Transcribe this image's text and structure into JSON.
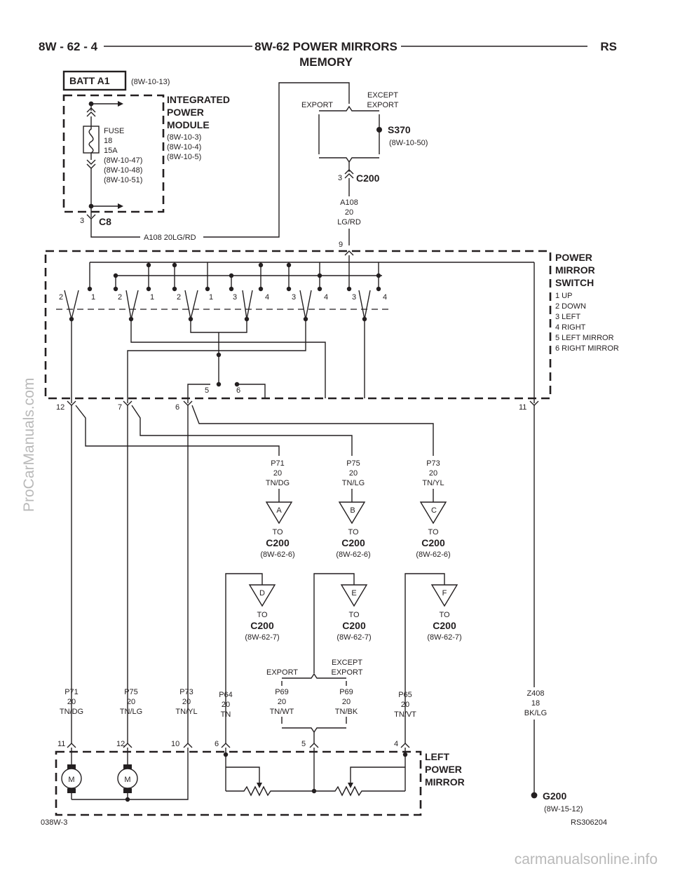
{
  "header": {
    "left": "8W - 62 - 4",
    "title_line1": "8W-62 POWER MIRRORS",
    "title_line2": "MEMORY",
    "right": "RS"
  },
  "batt": {
    "label": "BATT A1",
    "ref": "(8W-10-13)"
  },
  "ipm": {
    "name": [
      "INTEGRATED",
      "POWER",
      "MODULE"
    ],
    "refs": [
      "(8W-10-3)",
      "(8W-10-4)",
      "(8W-10-5)"
    ],
    "fuse": [
      "FUSE",
      "18",
      "15A",
      "(8W-10-47)",
      "(8W-10-48)",
      "(8W-10-51)"
    ],
    "pin": "3",
    "connector": "C8"
  },
  "wire_a108_top": "A108    20LG/RD",
  "export_top": {
    "export": "EXPORT",
    "except": [
      "EXCEPT",
      "EXPORT"
    ]
  },
  "splice": {
    "name": "S370",
    "ref": "(8W-10-50)"
  },
  "c200_top": {
    "pin": "3",
    "name": "C200"
  },
  "wire_a108": [
    "A108",
    "20",
    "LG/RD"
  ],
  "switch_pin_top": "9",
  "switch": {
    "name": [
      "POWER",
      "MIRROR",
      "SWITCH"
    ],
    "legend": [
      "1 UP",
      "2 DOWN",
      "3 LEFT",
      "4 RIGHT",
      "5 LEFT MIRROR",
      "6 RIGHT MIRROR"
    ],
    "contact_nums": [
      "2",
      "1",
      "2",
      "1",
      "2",
      "1",
      "3",
      "4",
      "3",
      "4",
      "3",
      "4"
    ],
    "selector": [
      "5",
      "6"
    ],
    "bottom_pins": [
      "12",
      "7",
      "6",
      "11"
    ]
  },
  "upper_wires": [
    {
      "lines": [
        "P71",
        "20",
        "TN/DG"
      ],
      "tri": "A",
      "to": "TO",
      "conn": "C200",
      "ref": "(8W-62-6)"
    },
    {
      "lines": [
        "P75",
        "20",
        "TN/LG"
      ],
      "tri": "B",
      "to": "TO",
      "conn": "C200",
      "ref": "(8W-62-6)"
    },
    {
      "lines": [
        "P73",
        "20",
        "TN/YL"
      ],
      "tri": "C",
      "to": "TO",
      "conn": "C200",
      "ref": "(8W-62-6)"
    }
  ],
  "lower_refs": [
    {
      "tri": "D",
      "to": "TO",
      "conn": "C200",
      "ref": "(8W-62-7)"
    },
    {
      "tri": "E",
      "to": "TO",
      "conn": "C200",
      "ref": "(8W-62-7)"
    },
    {
      "tri": "F",
      "to": "TO",
      "conn": "C200",
      "ref": "(8W-62-7)"
    }
  ],
  "export_bottom": {
    "export": "EXPORT",
    "except": [
      "EXCEPT",
      "EXPORT"
    ]
  },
  "mirror_wires": [
    {
      "lines": [
        "P71",
        "20",
        "TN/DG"
      ],
      "pin": "11"
    },
    {
      "lines": [
        "P75",
        "20",
        "TN/LG"
      ],
      "pin": "12"
    },
    {
      "lines": [
        "P73",
        "20",
        "TN/YL"
      ],
      "pin": "10"
    },
    {
      "lines": [
        "P64",
        "20",
        "TN"
      ],
      "pin": "6"
    },
    {
      "lines": [
        "P69",
        "20",
        "TN/WT"
      ],
      "pin": "5"
    },
    {
      "lines": [
        "P69",
        "20",
        "TN/BK"
      ],
      "pin": ""
    },
    {
      "lines": [
        "P65",
        "20",
        "TN/VT"
      ],
      "pin": "4"
    }
  ],
  "ground_wire": [
    "Z408",
    "18",
    "BK/LG"
  ],
  "mirror": {
    "name": [
      "LEFT",
      "POWER",
      "MIRROR"
    ],
    "motor": "M"
  },
  "ground": {
    "name": "G200",
    "ref": "(8W-15-12)"
  },
  "footer": {
    "left": "038W-3",
    "right": "RS306204"
  },
  "watermarks": {
    "side": "ProCarManuals.com",
    "bottom": "carmanualsonline.info"
  }
}
